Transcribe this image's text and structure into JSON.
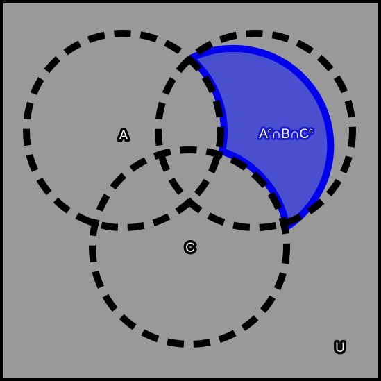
{
  "diagram": {
    "universe_label": "U",
    "sets": [
      {
        "id": "A",
        "label": "A"
      },
      {
        "id": "B",
        "label": ""
      },
      {
        "id": "C",
        "label": "C"
      }
    ],
    "highlighted_region": {
      "label_main_1": "A",
      "label_sup_1": "c",
      "label_main_2": "∩B∩C",
      "label_sup_2": "c",
      "description": "Aᶜ∩B∩Cᶜ"
    },
    "colors": {
      "background": "#999999",
      "border": "#000000",
      "highlight_fill": "#4a4fcf",
      "highlight_stroke": "#0000ee",
      "circle_stroke": "#000000"
    }
  }
}
